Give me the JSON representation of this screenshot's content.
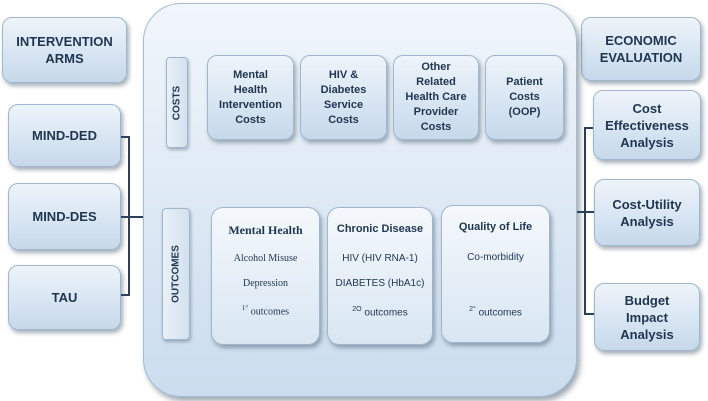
{
  "left": {
    "header": "INTERVENTION ARMS",
    "arms": [
      "MIND-DED",
      "MIND-DES",
      "TAU"
    ]
  },
  "right": {
    "header": "ECONOMIC EVALUATION",
    "analyses": [
      "Cost Effectiveness Analysis",
      "Cost-Utility Analysis",
      "Budget Impact Analysis"
    ]
  },
  "costs": {
    "label": "COSTS",
    "items": [
      "Mental Health Intervention Costs",
      "HIV & Diabetes Service Costs",
      "Other Related Health Care Provider Costs",
      "Patient Costs (OOP)"
    ]
  },
  "outcomes": {
    "label": "OUTCOMES",
    "groups": [
      {
        "title": "Mental Health",
        "lines": [
          "Alcohol Misuse",
          "Depression"
        ],
        "footer_sup": "1",
        "footer": "outcomes"
      },
      {
        "title": "Chronic Disease",
        "lines": [
          "HIV (HIV RNA-1)",
          "DIABETES (HbA1c)"
        ],
        "footer_sup": "2",
        "footer": "outcomes"
      },
      {
        "title": "Quality of Life",
        "lines": [
          "Co-morbidity"
        ],
        "footer_sup": "2",
        "footer": "outcomes"
      }
    ]
  }
}
